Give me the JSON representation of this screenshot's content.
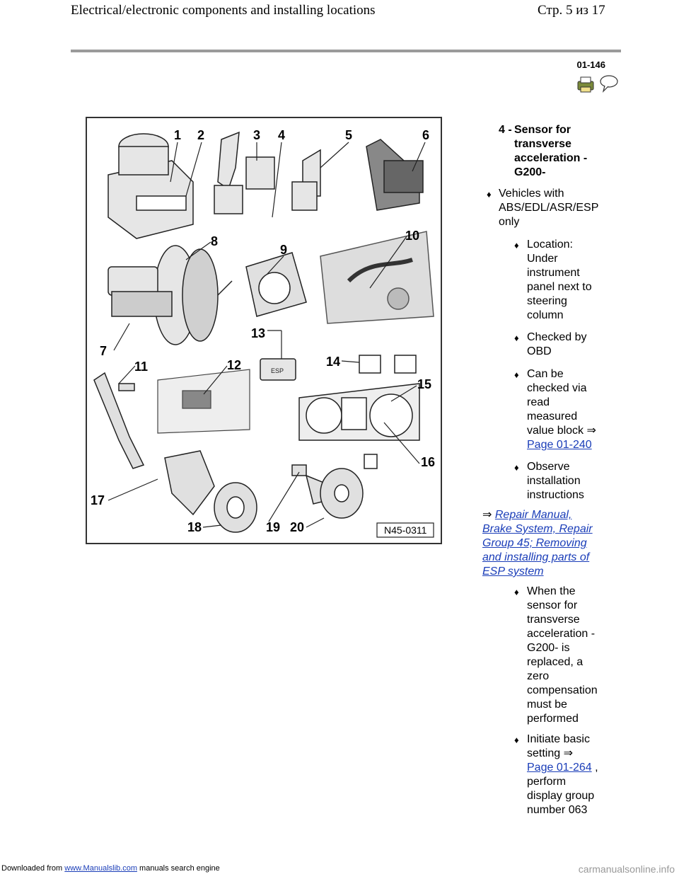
{
  "header": {
    "title": "Electrical/electronic components and installing locations",
    "page_counter": "Стр. 5 из 17"
  },
  "page_code": "01-146",
  "figure": {
    "code": "N45-0311",
    "callouts": [
      "1",
      "2",
      "3",
      "4",
      "5",
      "6",
      "7",
      "8",
      "9",
      "10",
      "11",
      "12",
      "13",
      "14",
      "15",
      "16",
      "17",
      "18",
      "19",
      "20"
    ],
    "esp_label": "ESP"
  },
  "item": {
    "number": "4 -",
    "title_lines": [
      "Sensor for",
      "transverse",
      "acceleration -",
      "G200-"
    ]
  },
  "bullets": {
    "vehicles": [
      "Vehicles with",
      "ABS/EDL/ASR/ESP",
      "only"
    ],
    "location": [
      "Location:",
      "Under",
      "instrument",
      "panel next to",
      "steering",
      "column"
    ],
    "checked_obd": [
      "Checked by",
      "OBD"
    ],
    "can_be_checked": [
      "Can be",
      "checked via",
      "read",
      "measured"
    ],
    "value_block": "value block ⇒",
    "value_block_link": "Page 01-240",
    "observe": [
      "Observe",
      "installation",
      "instructions"
    ],
    "when_sensor": [
      "When the",
      "sensor for",
      "transverse",
      "acceleration -",
      "G200- is",
      "replaced, a",
      "zero",
      "compensation",
      "must be",
      "performed"
    ],
    "initiate": [
      "Initiate basic",
      "setting ⇒"
    ],
    "initiate_link": "Page 01-264",
    "initiate_tail": [
      " ,",
      "perform",
      "display group",
      "number 063"
    ]
  },
  "repair_manual": {
    "arrow": "⇒",
    "lines": [
      "Repair Manual,",
      "Brake System, Repair",
      "Group 45; Removing",
      "and installing parts of",
      "ESP system"
    ]
  },
  "footer": {
    "prefix": "Downloaded from",
    "link": "www.Manualslib.com",
    "suffix": "manuals search engine",
    "watermark": "carmanualsonline.info"
  },
  "icons": [
    "printer-icon",
    "speech-bubble-icon"
  ]
}
